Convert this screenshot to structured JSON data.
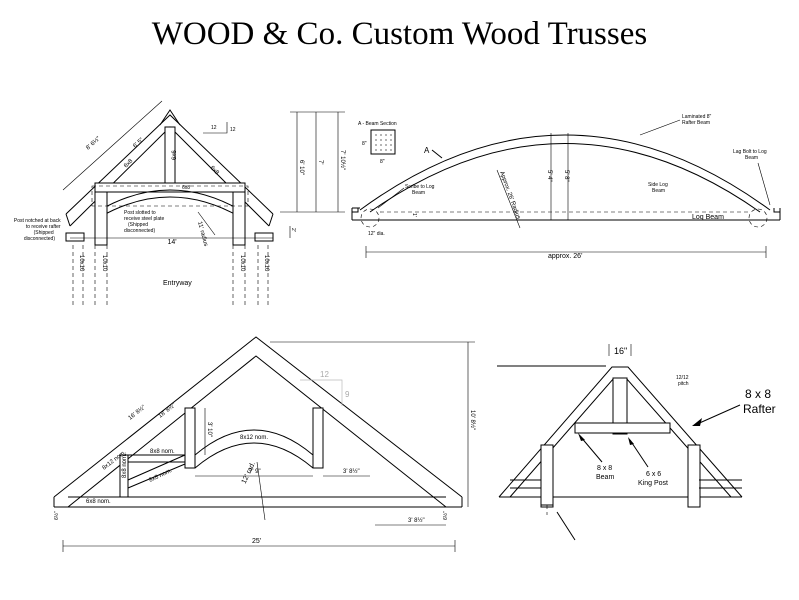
{
  "title": "WOOD & Co. Custom Wood Trusses",
  "drawing1": {
    "slope_rise": "12",
    "slope_run": "12",
    "top_dim_1": "8' 6½\"",
    "top_dim_2": "6' 5\"",
    "member_6x8": "6x8",
    "member_6x6": "6x6",
    "member_6x8_b": "6x8",
    "member_6x8_c": "6x8",
    "dim_v1": "6' 10\"",
    "dim_v2": "7'",
    "dim_v3": "7' 10½\"",
    "dim_v4": "2'",
    "note_left": [
      "Post notched at back",
      "to receive rafter",
      "(Shipped",
      "disconnected)"
    ],
    "note_center": [
      "Post slotted to",
      "receive steel plate",
      "(Shipped",
      "disconnected)"
    ],
    "radius_label": "11' radius",
    "width": "14'",
    "posts": [
      "10x10",
      "10x10",
      "10x10",
      "10x10"
    ],
    "entry": "Entryway"
  },
  "drawing2": {
    "section_label": "A - Beam Section",
    "section_h": "8\"",
    "section_w": "8\"",
    "section_marker": "A",
    "rafter_label": [
      "Laminated 8\"",
      "Rafter Beam"
    ],
    "lag_label": [
      "Lag Bolt to Log",
      "Beam"
    ],
    "rise_inner": "5' 4\"",
    "rise_outer": "5' 8\"",
    "radius_label": "Approx. 26' Radius",
    "scribe_label": [
      "Scribe to Log",
      "Beam"
    ],
    "side_label": [
      "Side Log",
      "Beam"
    ],
    "small_dim": "1'",
    "log_beam": "Log Beam",
    "log_dia": "12\" dia.",
    "span": "approx. 26'"
  },
  "drawing3": {
    "slope_rise": "9",
    "slope_run": "12",
    "rafter_len": "16' 8½\"",
    "rafter_len2": "18' 8½\"",
    "member_8x12_left": "8x12 nom.",
    "member_8x8_top": "8x8 nom.",
    "member_8x8_v": "8x8 nom.",
    "member_8x8_diag": "8x8 nom.",
    "member_6x8": "6x8 nom.",
    "post_h": "3' 10\"",
    "arch_label": "8x12 nom.",
    "dim_7_9": "7' 9\"",
    "dim_3_8": "3' 8½\"",
    "radius": "12' rad.",
    "height": "10' 8½\"",
    "dim_3_8b": "3' 8½\"",
    "left_small": "6½\"",
    "right_small": "6½\"",
    "span": "25'"
  },
  "drawing4": {
    "top_dim": "16\"",
    "pitch": [
      "12/12",
      "pitch"
    ],
    "rafter_label": [
      "8 x 8",
      "Rafter"
    ],
    "beam_label": [
      "8 x 8",
      "Beam"
    ],
    "kingpost_label": [
      "6 x 6",
      "King Post"
    ]
  }
}
